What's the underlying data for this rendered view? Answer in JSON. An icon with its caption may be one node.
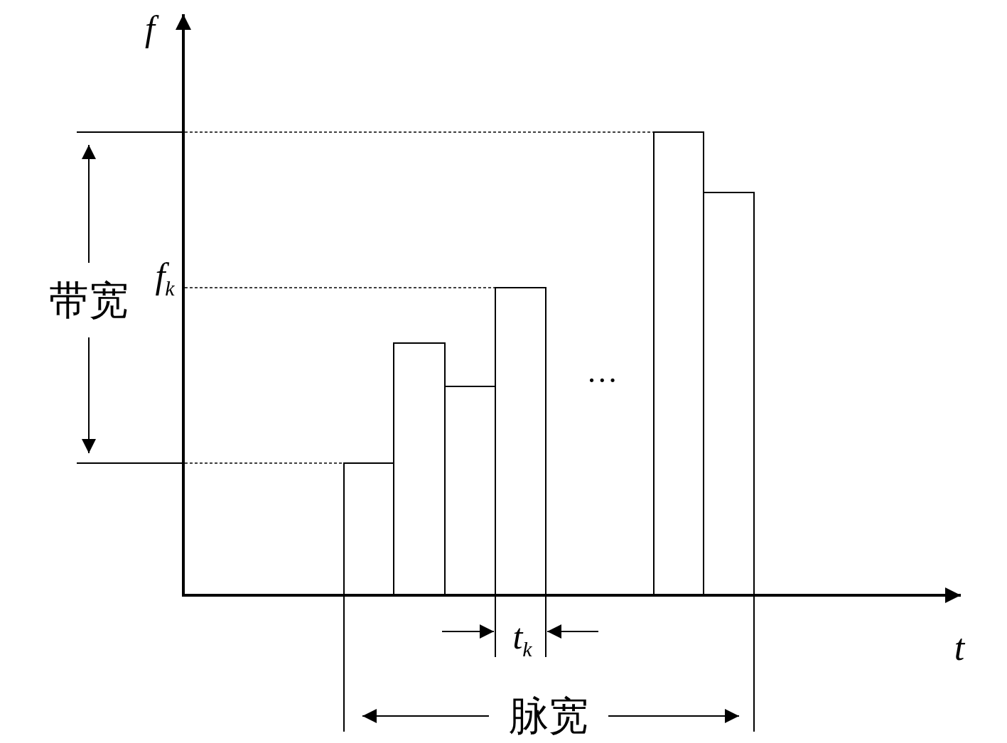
{
  "diagram": {
    "labels": [
      "f",
      "f$_{k}$",
      "带宽",
      "…",
      "t$_{k}$",
      "t",
      "脉宽"
    ]
  }
}
